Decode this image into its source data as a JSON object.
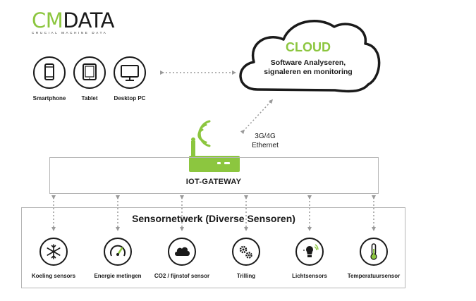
{
  "logo": {
    "brand_part1": "CM",
    "brand_part2": "DATA",
    "tagline": "CRUCIAL MACHINE DATA"
  },
  "devices": [
    {
      "label": "Smartphone",
      "icon": "smartphone-icon"
    },
    {
      "label": "Tablet",
      "icon": "tablet-icon"
    },
    {
      "label": "Desktop PC",
      "icon": "desktop-pc-icon"
    }
  ],
  "cloud": {
    "title": "CLOUD",
    "line1": "Software Analyseren,",
    "line2": "signaleren en monitoring"
  },
  "connection": {
    "line1": "3G/4G",
    "line2": "Ethernet"
  },
  "gateway": {
    "label": "IOT-GATEWAY"
  },
  "sensor_network": {
    "title": "Sensornetwerk (Diverse Sensoren)",
    "sensors": [
      {
        "label": "Koeling sensors",
        "icon": "snowflake-icon"
      },
      {
        "label": "Energie metingen",
        "icon": "gauge-icon"
      },
      {
        "label": "CO2 / fijnstof sensor",
        "icon": "cloud-icon"
      },
      {
        "label": "Trilling",
        "icon": "gears-icon"
      },
      {
        "label": "Lichtsensors",
        "icon": "lightbulb-icon"
      },
      {
        "label": "Temperatuursensor",
        "icon": "thermometer-icon"
      }
    ]
  },
  "colors": {
    "accent_green": "#8cc63f",
    "dark": "#1a1a1a",
    "border_grey": "#b5b5b5",
    "arrow_grey": "#9a9a9a"
  }
}
